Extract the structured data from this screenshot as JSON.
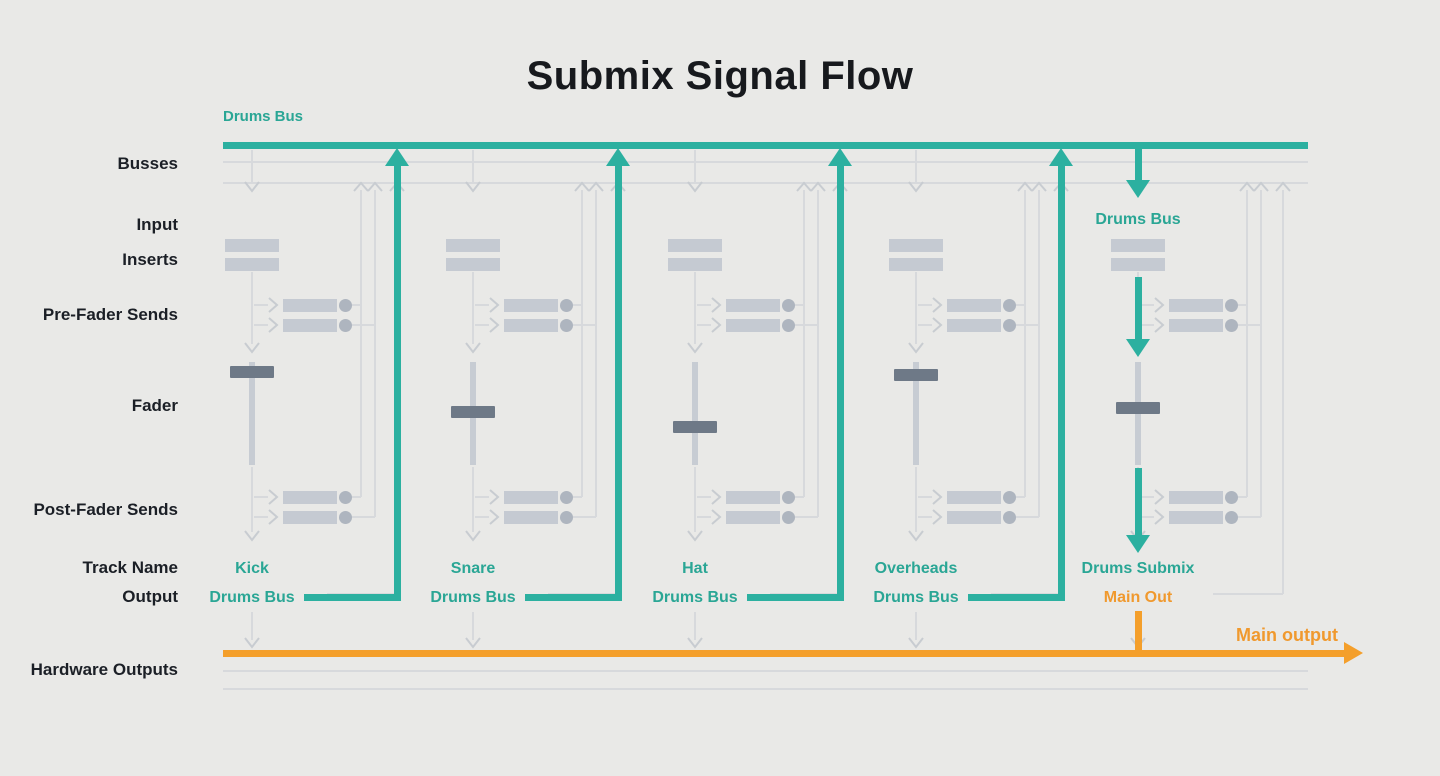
{
  "title": "Submix Signal Flow",
  "colors": {
    "teal": "#2cb0a0",
    "orange": "#f49f2b",
    "background": "#e9e9e7",
    "text_dark": "#1b1f26"
  },
  "top_bus": {
    "label": "Drums Bus"
  },
  "hardware_bus": {
    "label": "Main output"
  },
  "row_labels": {
    "busses": "Busses",
    "input": "Input",
    "inserts": "Inserts",
    "pre_fader_sends": "Pre-Fader Sends",
    "fader": "Fader",
    "post_fader_sends": "Post-Fader Sends",
    "track_name": "Track Name",
    "output": "Output",
    "hardware_outputs": "Hardware Outputs"
  },
  "channels": [
    {
      "track_name": "Kick",
      "output": "Drums Bus"
    },
    {
      "track_name": "Snare",
      "output": "Drums Bus"
    },
    {
      "track_name": "Hat",
      "output": "Drums Bus"
    },
    {
      "track_name": "Overheads",
      "output": "Drums Bus"
    },
    {
      "track_name": "Drums Submix",
      "input": "Drums Bus",
      "output": "Main Out"
    }
  ]
}
